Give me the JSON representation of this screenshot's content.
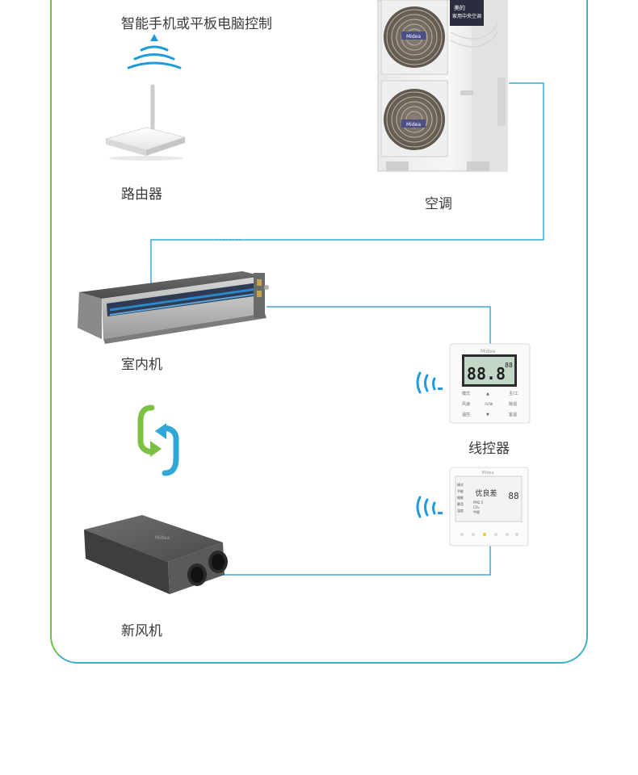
{
  "labels": {
    "phone": "智能手机或平板电脑控制",
    "router": "路由器",
    "ac": "空调",
    "indoor": "室内机",
    "wired_controller": "线控器",
    "fresh_air": "新风机"
  },
  "ac_unit": {
    "badge_line1": "美的",
    "badge_line2": "家用中央空调",
    "fan_label": "Midea"
  },
  "wired_controller": {
    "brand": "Midea",
    "digits": "88.8",
    "digits_small": "88",
    "buttons": [
      "模式",
      "▲",
      "主/工",
      "风速",
      "⊙/⊕",
      "除湿",
      "温控",
      "▼",
      "室温"
    ]
  },
  "fresh_controller": {
    "brand": "Midea",
    "quality_text": "优良差",
    "row_labels": [
      "模式",
      "节能",
      "睡眠",
      "静音",
      "温度"
    ],
    "metric_labels": [
      "PM2.5",
      "CO₂",
      "甲醛"
    ],
    "digits": "88"
  },
  "fresh_unit": {
    "brand": "Midea"
  },
  "colors": {
    "wire": "#3aa9d9",
    "wifi": "#1e9be0",
    "frame_left": "#6cc04a",
    "frame_right": "#3fb0c8",
    "cycle_green": "#7cc143",
    "cycle_blue": "#2fa7d8"
  }
}
